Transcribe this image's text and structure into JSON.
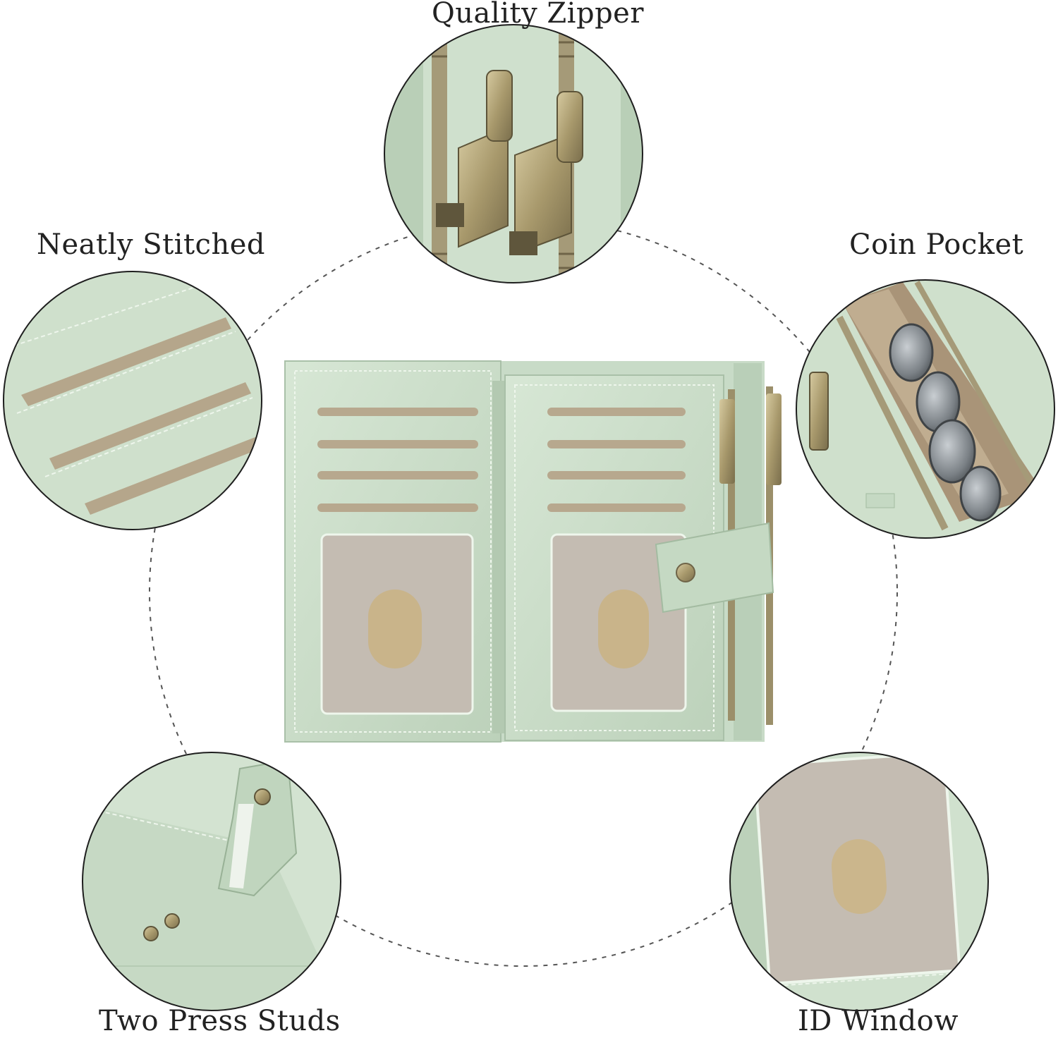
{
  "labels": {
    "quality_zipper": "Quality Zipper",
    "neatly_stitched": "Neatly Stitched",
    "coin_pocket": "Coin Pocket",
    "two_press_studs": "Two Press Studs",
    "id_window": "ID Window"
  },
  "colors": {
    "leather": "#cddfcc",
    "leather_shadow": "#a9c0a8",
    "stitch": "#eef6ec",
    "slot_interior": "#b7a88e",
    "window": "#c4bcb2",
    "metal_brass": "#b3a479",
    "metal_dark": "#6f6448",
    "coin": "#7d8388",
    "circle_border": "#1e1e1e",
    "dashed_ring": "#555555",
    "text": "#222222"
  }
}
